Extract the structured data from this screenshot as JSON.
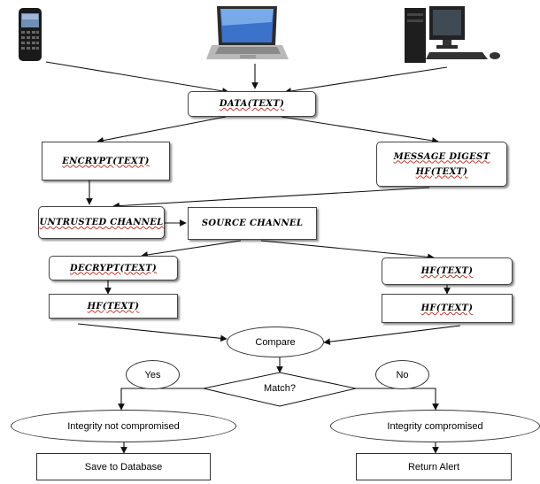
{
  "devices": {
    "phone": "phone-device",
    "laptop": "laptop-device",
    "desktop": "desktop-computer-device"
  },
  "nodes": {
    "data": "DATA(TEXT)",
    "encrypt": "ENCRYPT(TEXT)",
    "message_digest_line1": "MESSAGE DIGEST",
    "message_digest_line2": "HF(TEXT)",
    "untrusted_channel": "UNTRUSTED CHANNEL",
    "source_channel": "SOURCE CHANNEL",
    "decrypt": "DECRYPT(TEXT)",
    "hf_left": "HF(TEXT)",
    "hf_right_top": "HF(TEXT)",
    "hf_right_bottom": "HF(TEXT)",
    "compare": "Compare",
    "yes": "Yes",
    "no": "No",
    "match": "Match?",
    "integrity_ok": "Integrity not compromised",
    "integrity_bad": "Integrity compromised",
    "save": "Save to Database",
    "alert": "Return Alert"
  }
}
